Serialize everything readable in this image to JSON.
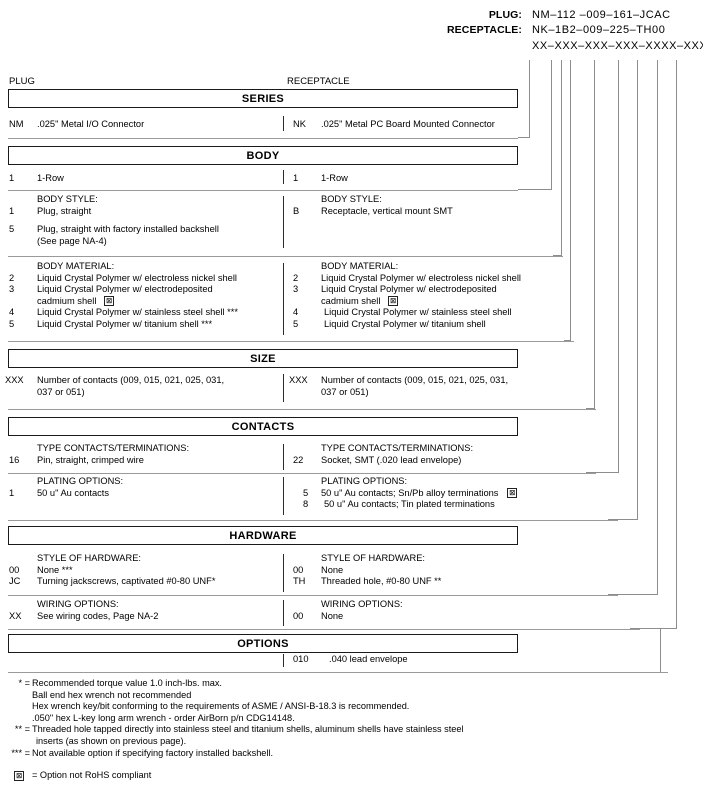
{
  "part_number": {
    "plug_label": "PLUG:",
    "plug_value": "NM–112 –009–161–JCAC",
    "receptacle_label": "RECEPTACLE:",
    "receptacle_value": "NK–1B2–009–225–TH00",
    "pattern": "XX–XXX–XXX–XXX–XXXX–XXX"
  },
  "columns": {
    "left_caption": "PLUG",
    "right_caption": "RECEPTACLE"
  },
  "sections": {
    "series": {
      "title": "SERIES",
      "left": [
        {
          "code": "NM",
          "text": ".025\" Metal I/O Connector"
        }
      ],
      "right": [
        {
          "code": "NK",
          "text": ".025\" Metal PC Board Mounted Connector"
        }
      ]
    },
    "body": {
      "title": "BODY",
      "row_left": [
        {
          "code": "1",
          "text": "1-Row"
        }
      ],
      "row_right": [
        {
          "code": "1",
          "text": "1-Row"
        }
      ],
      "body_style": {
        "heading": "BODY STYLE:",
        "left": [
          {
            "code": "1",
            "text": "Plug, straight"
          },
          {
            "code": "5",
            "text": "Plug, straight with factory installed backshell"
          },
          {
            "code": "",
            "text": "(See page NA-4)"
          }
        ],
        "right": [
          {
            "code": "B",
            "text": "Receptacle, vertical mount SMT"
          }
        ]
      },
      "body_material": {
        "heading": "BODY MATERIAL:",
        "left": [
          {
            "code": "2",
            "text": "Liquid Crystal Polymer w/ electroless nickel shell"
          },
          {
            "code": "3",
            "text": "Liquid Crystal Polymer w/ electrodeposited"
          },
          {
            "code": "",
            "text": "cadmium shell",
            "rohs": true
          },
          {
            "code": "4",
            "text": "Liquid Crystal Polymer w/ stainless steel shell ***"
          },
          {
            "code": "5",
            "text": "Liquid Crystal Polymer w/ titanium shell ***"
          }
        ],
        "right": [
          {
            "code": "2",
            "text": "Liquid Crystal Polymer w/ electroless nickel shell"
          },
          {
            "code": "3",
            "text": "Liquid Crystal Polymer w/ electrodeposited"
          },
          {
            "code": "",
            "text": "cadmium shell",
            "rohs": true
          },
          {
            "code": "4",
            "text": "Liquid Crystal Polymer w/ stainless steel shell"
          },
          {
            "code": "5",
            "text": "Liquid Crystal Polymer w/ titanium shell"
          }
        ]
      }
    },
    "size": {
      "title": "SIZE",
      "left": [
        {
          "code": "XXX",
          "text": "Number of contacts (009, 015, 021, 025, 031,"
        },
        {
          "code": "",
          "text": "037 or 051)"
        }
      ],
      "right": [
        {
          "code": "XXX",
          "text": "Number of contacts (009, 015, 021, 025, 031,"
        },
        {
          "code": "",
          "text": "037 or 051)"
        }
      ]
    },
    "contacts": {
      "title": "CONTACTS",
      "type": {
        "heading": "TYPE CONTACTS/TERMINATIONS:",
        "left": [
          {
            "code": "16",
            "text": "Pin, straight, crimped wire"
          }
        ],
        "right": [
          {
            "code": "22",
            "text": "Socket, SMT (.020 lead envelope)"
          }
        ]
      },
      "plating": {
        "heading": "PLATING OPTIONS:",
        "left": [
          {
            "code": "1",
            "text": "50 u\" Au contacts"
          }
        ],
        "right": [
          {
            "code": "5",
            "text": "50 u\" Au contacts; Sn/Pb alloy terminations",
            "rohs": true
          },
          {
            "code": "8",
            "text": "50 u\" Au contacts; Tin plated terminations"
          }
        ]
      }
    },
    "hardware": {
      "title": "HARDWARE",
      "style": {
        "heading": "STYLE OF HARDWARE:",
        "left": [
          {
            "code": "00",
            "text": "None  ***"
          },
          {
            "code": "JC",
            "text": "Turning jackscrews, captivated #0-80 UNF*"
          }
        ],
        "right": [
          {
            "code": "00",
            "text": "None"
          },
          {
            "code": "TH",
            "text": "Threaded hole, #0-80 UNF  **"
          }
        ]
      },
      "wiring": {
        "heading": "WIRING OPTIONS:",
        "left": [
          {
            "code": "XX",
            "text": "See wiring codes, Page NA-2"
          }
        ],
        "right": [
          {
            "code": "00",
            "text": "None"
          }
        ]
      }
    },
    "options": {
      "title": "OPTIONS",
      "left": [],
      "right": [
        {
          "code": "010",
          "text": ".040 lead envelope"
        }
      ]
    }
  },
  "footnotes": [
    {
      "marker": "* =",
      "lines": [
        "Recommended torque value 1.0 inch-lbs. max.",
        "Ball end hex wrench not recommended",
        "Hex wrench key/bit conforming to the requirements of ASME / ANSI-B-18.3 is recommended.",
        ".050\" hex L-key long arm wrench - order AirBorn p/n CDG14148."
      ]
    },
    {
      "marker": "** =",
      "lines": [
        "Threaded hole tapped directly into stainless steel and titanium shells, aluminum shells have stainless steel",
        "inserts (as shown on previous page)."
      ]
    },
    {
      "marker": "*** =",
      "lines": [
        "Not available option if specifying factory installed backshell."
      ]
    }
  ],
  "rohs_note": {
    "symbol": "⊠",
    "text": "= Option not RoHS compliant"
  }
}
